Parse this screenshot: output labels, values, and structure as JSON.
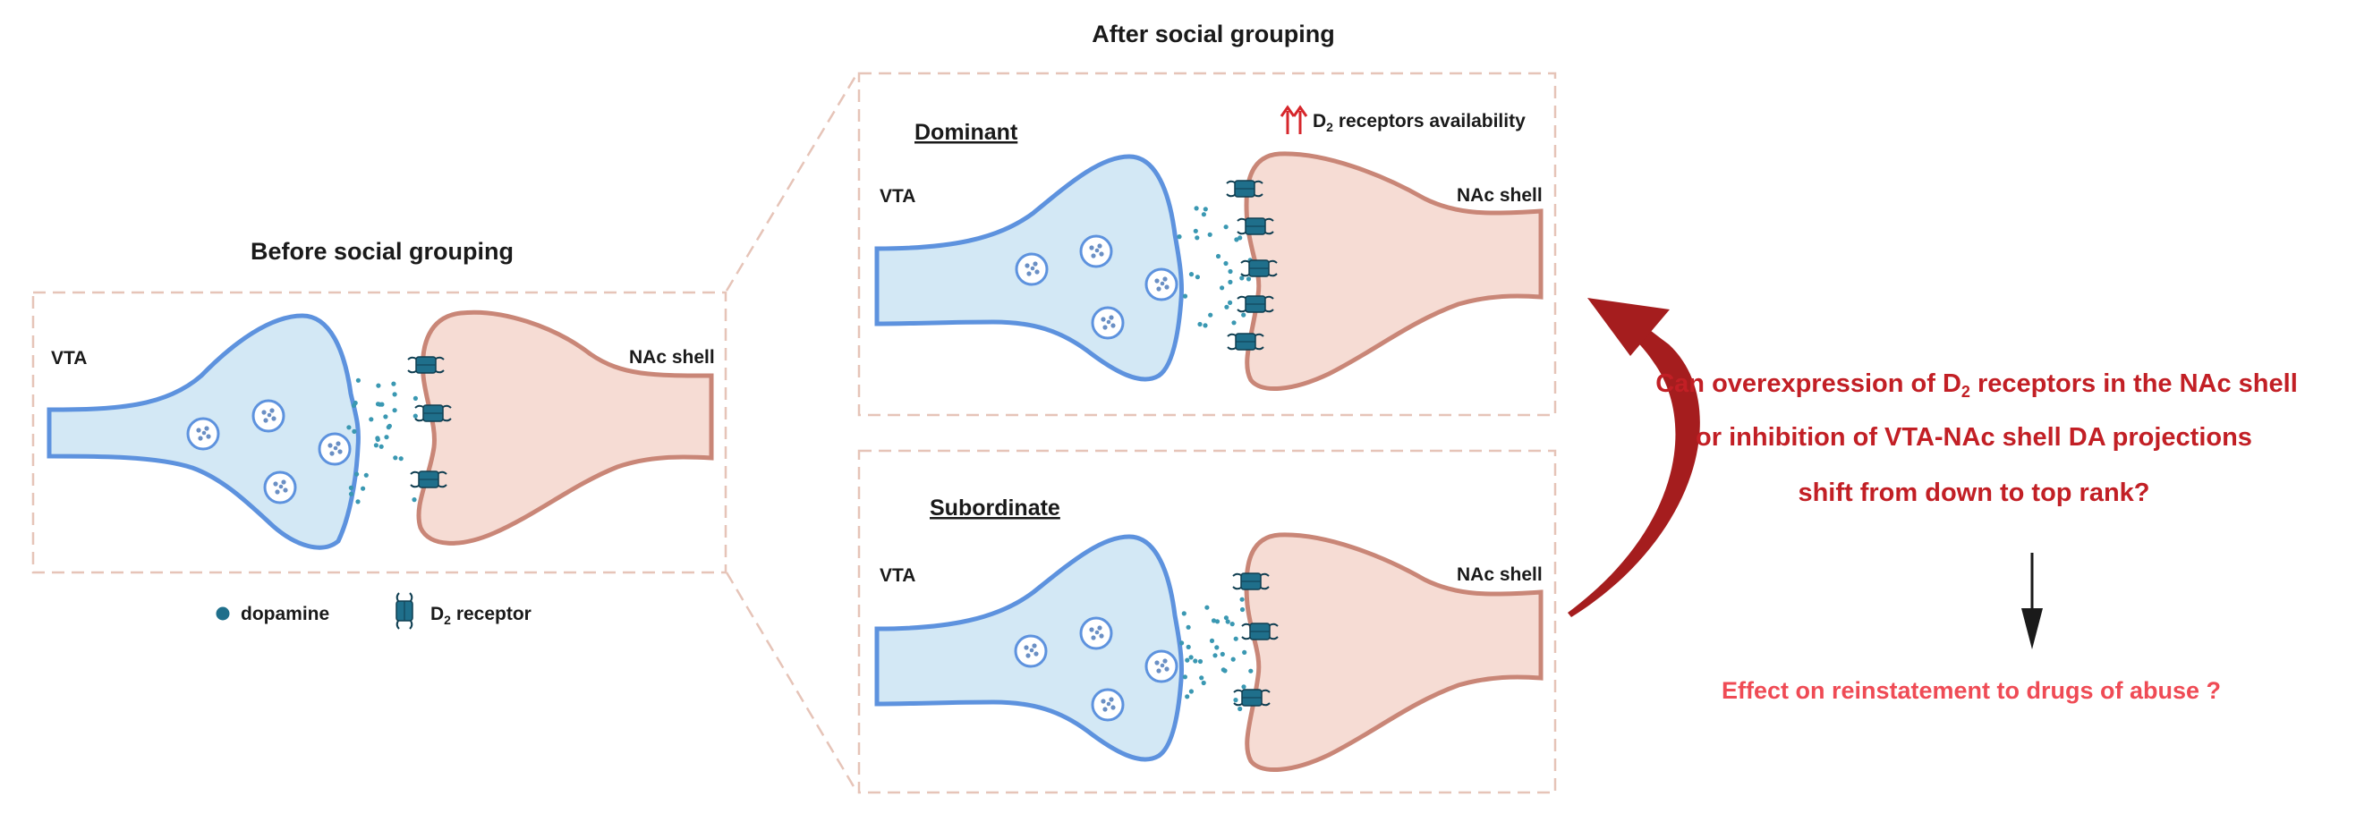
{
  "titles": {
    "before": "Before social grouping",
    "after": "After social grouping"
  },
  "labels": {
    "vta": "VTA",
    "nac_shell": "NAc shell",
    "dominant": "Dominant",
    "subordinate": "Subordinate",
    "d2_availability_suffix": "receptors availability"
  },
  "legend": {
    "dopamine": "dopamine",
    "d2_receptor_suffix": "receptor"
  },
  "d2": {
    "letter": "D",
    "sub": "2"
  },
  "question": {
    "line1_before_d2": "Can overexpression of ",
    "line1_after_d2": " receptors in the NAc shell",
    "line2": "or inhibition of VTA-NAc shell DA projections",
    "line3": "shift from down to top rank?",
    "effect": "Effect on reinstatement to drugs of abuse ?"
  },
  "colors": {
    "presynaptic_fill": "#d3e8f5",
    "presynaptic_stroke": "#5d92de",
    "postsynaptic_fill": "#f6dcd4",
    "postsynaptic_stroke": "#c98677",
    "dopamine": "#3a98b2",
    "receptor": "#1f6f8b",
    "question_text": "#c21f25",
    "effect_text": "#ef4b55",
    "dashed_box": "#e6c4b8"
  },
  "icons": {
    "upregulation": "double-up-arrow-icon",
    "flow": "curved-arrow-icon",
    "down": "down-arrow-icon"
  }
}
